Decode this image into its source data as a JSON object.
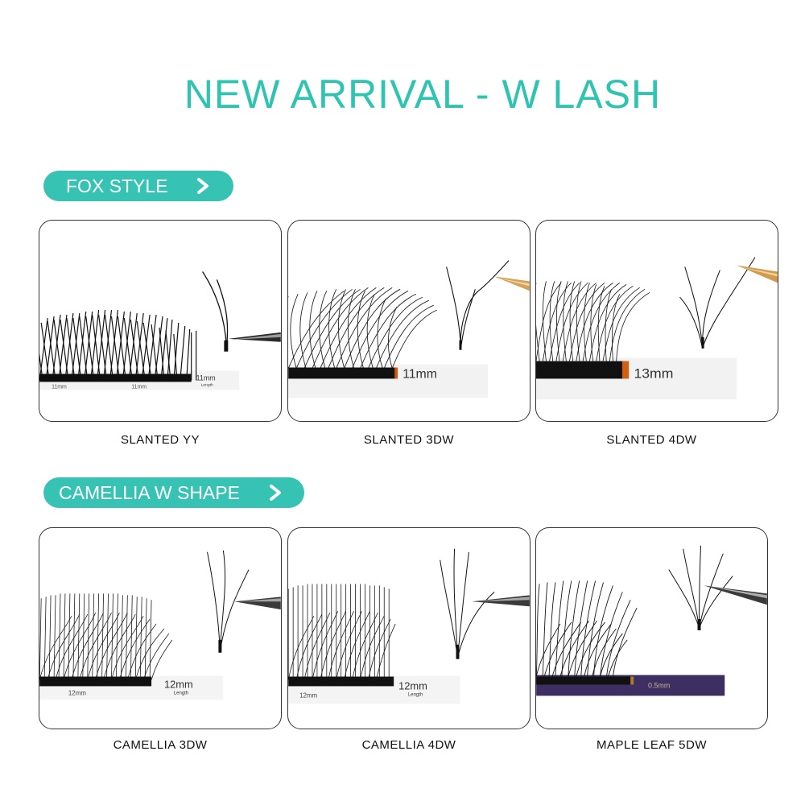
{
  "title": "NEW ARRIVAL - W LASH",
  "colors": {
    "accent": "#36c3b3",
    "title": "#2fc4b2"
  },
  "sections": [
    {
      "label": "FOX STYLE",
      "items": [
        {
          "name": "SLANTED YY",
          "tray_text": "11mm",
          "tray_sub": "Length",
          "tray_small": "11mm"
        },
        {
          "name": "SLANTED 3DW",
          "tray_text": "11mm"
        },
        {
          "name": "SLANTED 4DW",
          "tray_text": "13mm"
        }
      ]
    },
    {
      "label": "CAMELLIA W SHAPE",
      "items": [
        {
          "name": "CAMELLIA 3DW",
          "tray_text": "12mm",
          "tray_sub": "Length",
          "tray_small": "12mm"
        },
        {
          "name": "CAMELLIA 4DW",
          "tray_text": "12mm",
          "tray_sub": "Length",
          "tray_small": "12mm"
        },
        {
          "name": "MAPLE LEAF 5DW",
          "tray_text": "0.5mm"
        }
      ]
    }
  ]
}
